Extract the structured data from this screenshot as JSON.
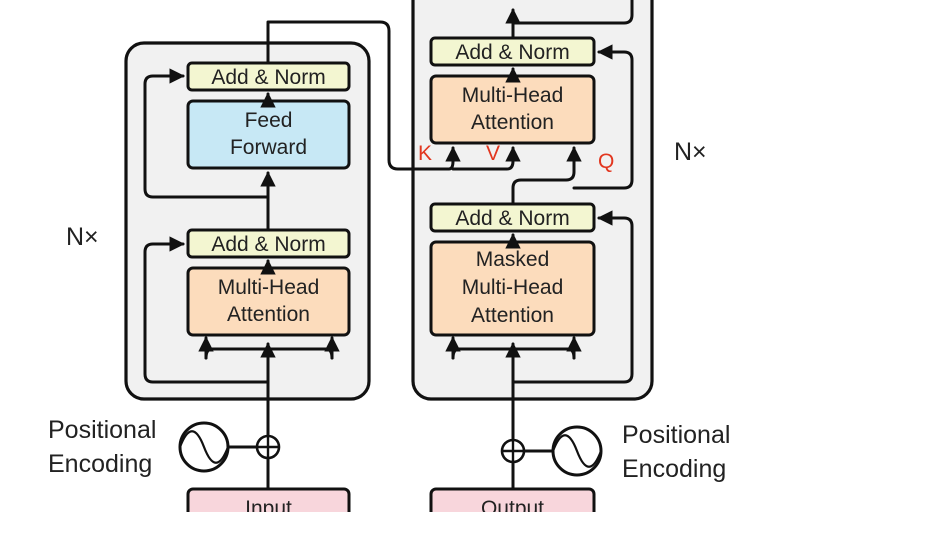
{
  "encoder": {
    "repeat_label": "N×",
    "add_norm_top": "Add & Norm",
    "feed_forward": [
      "Feed",
      "Forward"
    ],
    "add_norm_bottom": "Add & Norm",
    "multi_head": [
      "Multi-Head",
      "Attention"
    ],
    "positional_encoding": [
      "Positional",
      "Encoding"
    ],
    "input_label": "Input"
  },
  "decoder": {
    "repeat_label": "N×",
    "add_norm_top": "Add & Norm",
    "multi_head": [
      "Multi-Head",
      "Attention"
    ],
    "qkv": {
      "k": "K",
      "v": "V",
      "q": "Q"
    },
    "add_norm_bottom": "Add & Norm",
    "masked_multi_head": [
      "Masked",
      "Multi-Head",
      "Attention"
    ],
    "positional_encoding": [
      "Positional",
      "Encoding"
    ],
    "output_label": "Output"
  },
  "colors": {
    "add_norm": "#f3f6d1",
    "feed_forward": "#c7e8f5",
    "attention": "#fcdcbc",
    "embedding": "#f8d6dc",
    "block_bg": "#f1f1f1",
    "stroke": "#111111",
    "qkv_text": "#e2361f"
  }
}
